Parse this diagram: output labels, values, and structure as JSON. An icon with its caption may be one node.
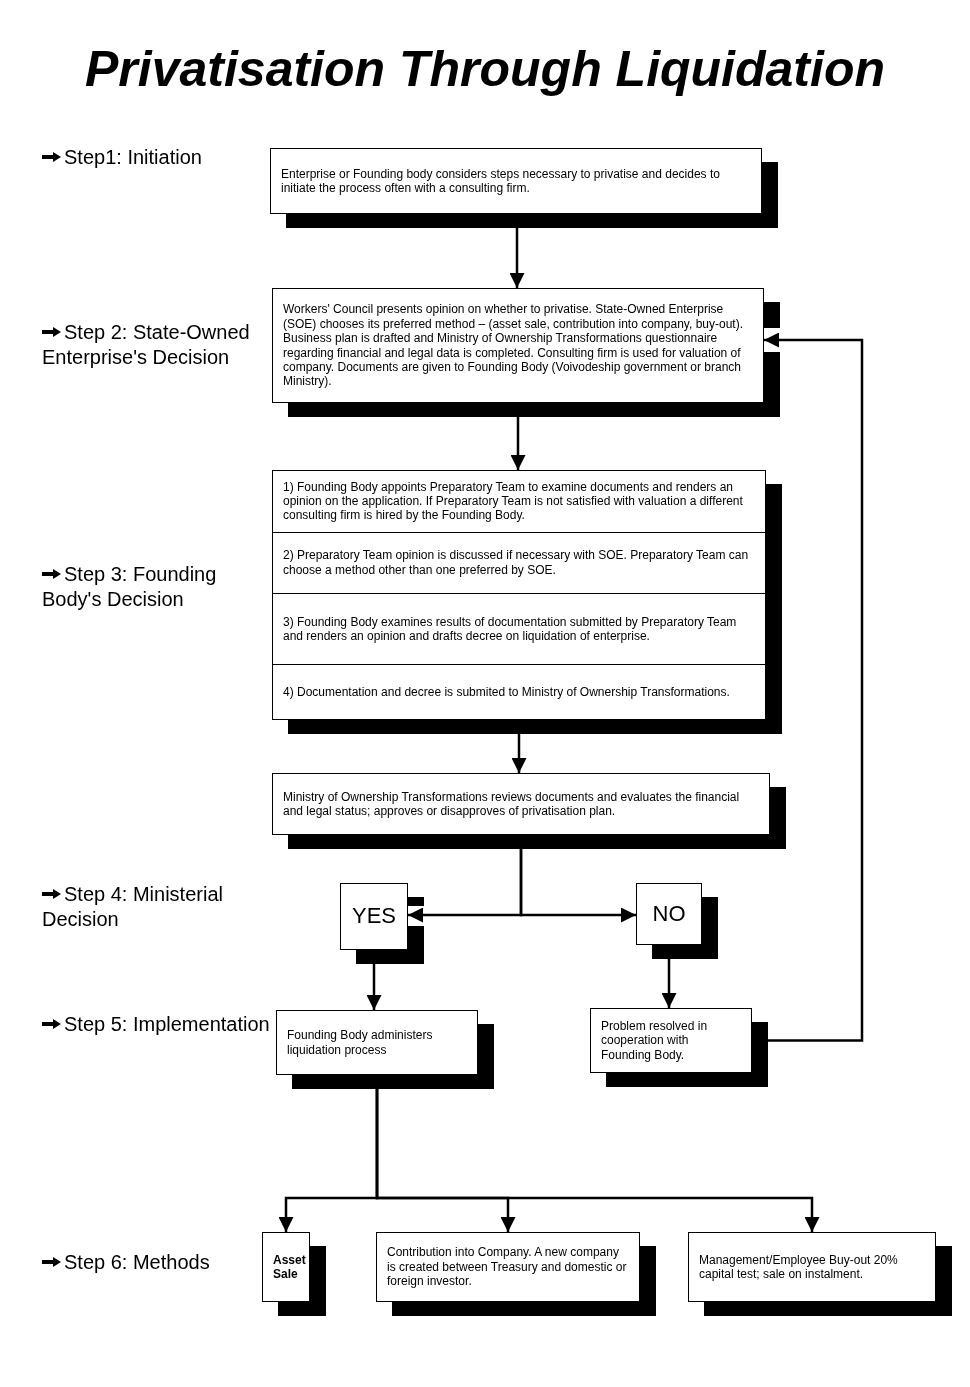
{
  "diagram": {
    "title": "Privatisation Through Liquidation",
    "nodes": [
      {
        "text": [
          "Enterprise or Founding body considers steps necessary to privatise and decides to initiate the process often with a consulting firm."
        ]
      },
      {
        "text": [
          "Workers' Council presents opinion on whether to privatise. State-Owned Enterprise (SOE) chooses its preferred method – (asset sale, contribution into company, buy-out). Business plan is drafted and Ministry of Ownership Transformations questionnaire regarding financial and legal data is completed. Consulting firm is used for valuation of company. Documents are given to Founding Body (Voivodeship government or branch Ministry)."
        ]
      },
      {
        "text": [
          "1) Founding Body appoints Preparatory Team to examine documents and renders an opinion on the application. If Preparatory Team is not satisfied with valuation a different consulting firm is hired by the Founding Body.",
          "2) Preparatory Team opinion is discussed if necessary with SOE. Preparatory Team can choose a method other than one preferred by SOE.",
          "3) Founding Body examines results of documentation submitted by Preparatory Team and renders an opinion and drafts decree on liquidation of enterprise.",
          "4) Documentation and decree is submited to Ministry of Ownership Transformations."
        ]
      },
      {
        "text": [
          "Ministry of Ownership Transformations reviews documents and evaluates the financial and legal status; approves or disapproves of privatisation plan."
        ]
      },
      {
        "text": [
          "YES"
        ]
      },
      {
        "text": [
          "NO"
        ]
      },
      {
        "text": [
          "Founding Body administers liquidation process"
        ]
      },
      {
        "text": [
          "Problem resolved in cooperation with Founding Body."
        ]
      },
      {
        "text": [
          "Asset Sale"
        ]
      },
      {
        "text": [
          "Contribution into Company. A new company is created between Treasury and domestic or foreign investor."
        ]
      },
      {
        "text": [
          "Management/Employee Buy-out 20% capital test; sale on instalment."
        ]
      }
    ],
    "edges": [
      {
        "from": 0,
        "to": 1,
        "arrow": "to"
      },
      {
        "from": 1,
        "to": 2,
        "arrow": "to"
      },
      {
        "from": 2,
        "to": 3,
        "arrow": "to"
      },
      {
        "from": 3,
        "to": 4,
        "arrow": "to"
      },
      {
        "from": 3,
        "to": 5,
        "arrow": "to"
      },
      {
        "from": 4,
        "to": 6,
        "arrow": "to"
      },
      {
        "from": 5,
        "to": 7,
        "arrow": "to"
      },
      {
        "from": 7,
        "to": 1,
        "arrow": "to"
      },
      {
        "from": 6,
        "to": 8,
        "arrow": "to"
      },
      {
        "from": 6,
        "to": 9,
        "arrow": "to"
      },
      {
        "from": 6,
        "to": 10,
        "arrow": "to"
      }
    ],
    "labels": [
      "Step1: Initiation",
      "Step 2: State-Owned Enterprise's Decision",
      "Step 3: Founding Body's Decision",
      "Step 4: Ministerial Decision",
      "Step 5: Implementation",
      "Step 6: Methods"
    ]
  }
}
